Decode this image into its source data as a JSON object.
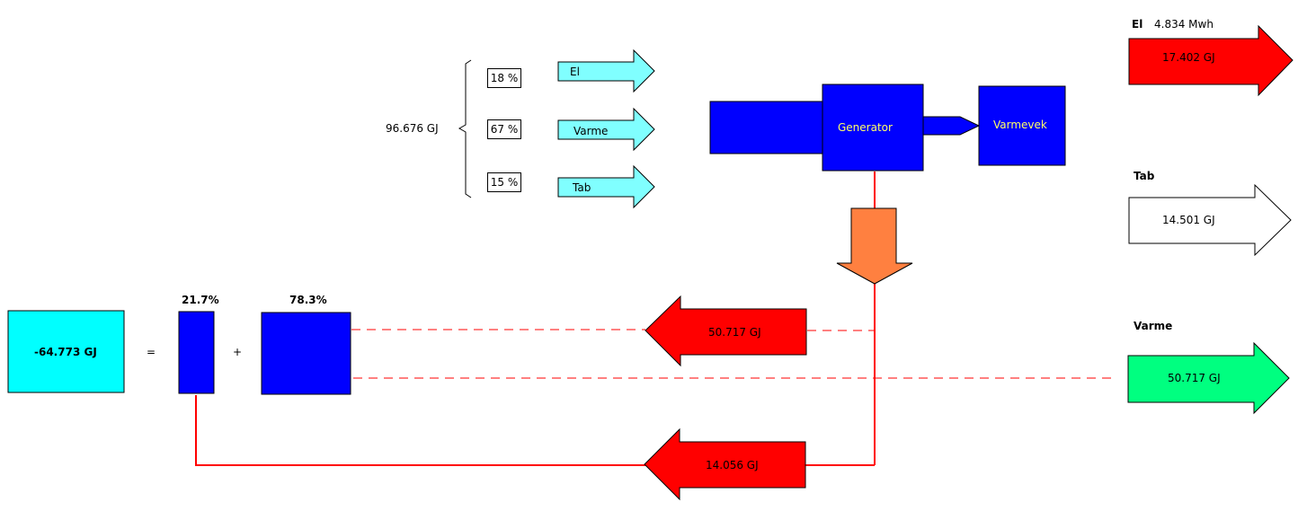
{
  "colors": {
    "input_arrow": "#80ffff",
    "block_blue": "#0000ff",
    "el_arrow": "#ff0000",
    "tab_arrow": "#ffffff",
    "varme_arrow": "#00ff80",
    "loss_arrow": "#ff8040",
    "connector": "#ff0000",
    "total_box": "#00ffff",
    "block_label": "#ffff66"
  },
  "input": {
    "total": "96.676 GJ",
    "splits": [
      {
        "pct": "18 %",
        "label": "El"
      },
      {
        "pct": "67 %",
        "label": "Varme"
      },
      {
        "pct": "15 %",
        "label": "Tab"
      }
    ]
  },
  "machine": {
    "generator_label": "Generator",
    "heat_exchanger_label": "Varmevek"
  },
  "outputs": {
    "el": {
      "title": "El",
      "sub": "4.834 Mwh",
      "value": "17.402 GJ"
    },
    "tab": {
      "title": "Tab",
      "value": "14.501 GJ"
    },
    "varme": {
      "title": "Varme",
      "value": "50.717 GJ"
    }
  },
  "returns": {
    "upper": "50.717 GJ",
    "lower": "14.056 GJ"
  },
  "balance": {
    "total": "-64.773 GJ",
    "equals": "=",
    "plus": "+",
    "part1_pct": "21.7%",
    "part2_pct": "78.3%"
  }
}
